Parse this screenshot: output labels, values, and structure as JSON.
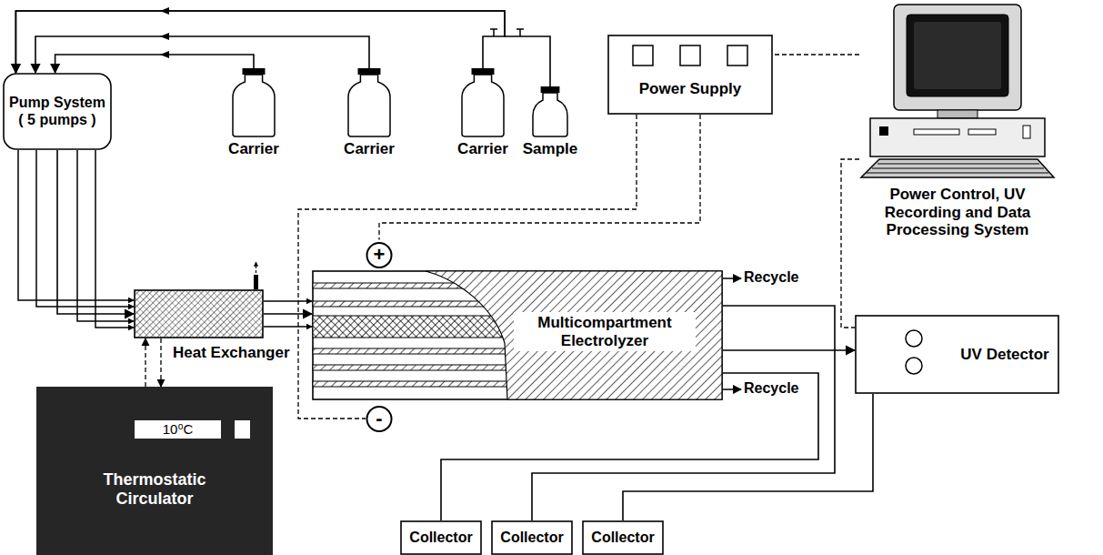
{
  "diagram": {
    "nodes": [
      {
        "text": [
          "Pump System ( 5 pumps )"
        ]
      },
      {
        "text": [
          "Carrier"
        ]
      },
      {
        "text": [
          "Carrier"
        ]
      },
      {
        "text": [
          "Carrier"
        ]
      },
      {
        "text": [
          "Sample"
        ]
      },
      {
        "text": [
          "Power Supply"
        ]
      },
      {
        "text": [
          "Power Control, UV Recording and Data Processing System"
        ]
      },
      {
        "text": [
          "+"
        ]
      },
      {
        "text": [
          "Heat Exchanger"
        ]
      },
      {
        "text": [
          "Multicompartment Electrolyzer"
        ]
      },
      {
        "text": [
          "UV Detector"
        ]
      },
      {
        "text": [
          "-"
        ]
      },
      {
        "text": [
          "10⁰C",
          "Thermostatic Circulator"
        ]
      },
      {
        "text": [
          "Collector"
        ]
      },
      {
        "text": [
          "Collector"
        ]
      },
      {
        "text": [
          "Collector"
        ]
      }
    ],
    "edges": [
      {
        "from": 1,
        "to": 0,
        "arrow": "to"
      },
      {
        "from": 2,
        "to": 0,
        "arrow": "to"
      },
      {
        "from": 3,
        "to": 0,
        "arrow": "to"
      },
      {
        "from": 4,
        "to": 0,
        "arrow": "to"
      },
      {
        "from": 0,
        "to": 8,
        "arrow": "to"
      },
      {
        "from": 12,
        "to": 8,
        "arrow": "to"
      },
      {
        "from": 8,
        "to": 12,
        "arrow": "to"
      },
      {
        "from": 8,
        "to": 9,
        "arrow": "to"
      },
      {
        "from": 5,
        "to": 7,
        "arrow": "none"
      },
      {
        "from": 5,
        "to": 11,
        "arrow": "none"
      },
      {
        "from": 6,
        "to": 5,
        "arrow": "none"
      },
      {
        "from": 6,
        "to": 10,
        "arrow": "none"
      },
      {
        "from": 9,
        "to": 13,
        "arrow": "none"
      },
      {
        "from": 9,
        "to": 14,
        "arrow": "none"
      },
      {
        "from": 9,
        "to": 10,
        "arrow": "to"
      },
      {
        "from": 10,
        "to": 15,
        "arrow": "none"
      }
    ],
    "labels": [
      "Recycle",
      "Recycle"
    ]
  }
}
